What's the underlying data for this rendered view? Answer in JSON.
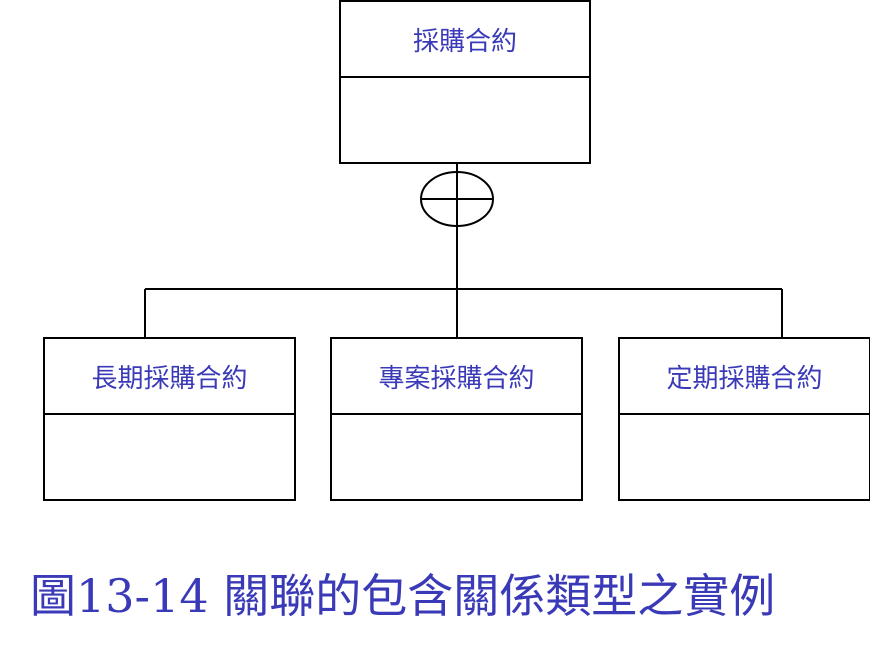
{
  "colors": {
    "text": "#3a3ab8",
    "line": "#000000"
  },
  "diagram": {
    "parent": {
      "label": "採購合約"
    },
    "subtypes": [
      {
        "label": "長期採購合約"
      },
      {
        "label": "專案採購合約"
      },
      {
        "label": "定期採購合約"
      }
    ],
    "connector_icon": "circle-plus-icon"
  },
  "caption": "圖13-14 關聯的包含關係類型之實例"
}
